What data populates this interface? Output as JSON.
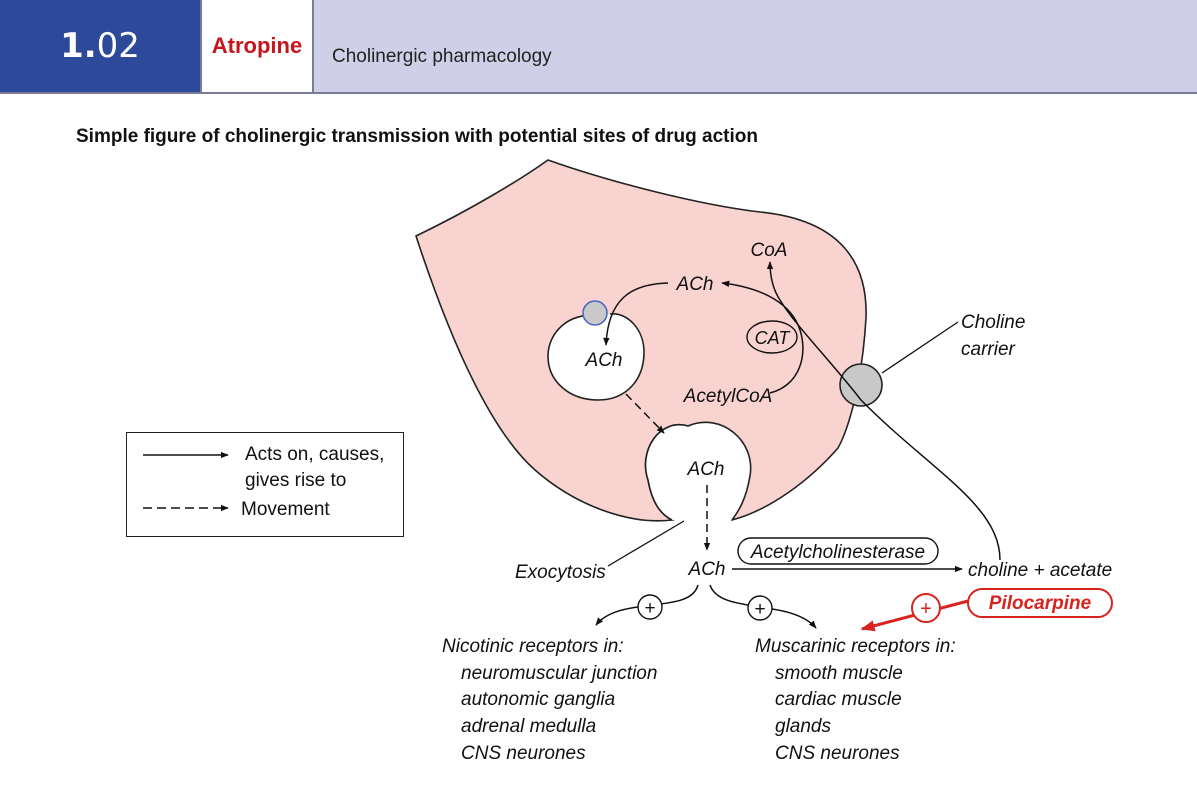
{
  "header": {
    "number_bold": "1.",
    "number_rest": "02",
    "drug_name": "Atropine",
    "subtitle": "Cholinergic pharmacology"
  },
  "figure_title": "Simple figure of cholinergic transmission with potential sites of drug action",
  "legend": {
    "solid_line1": "Acts on, causes,",
    "solid_line2": "gives rise to",
    "dashed": "Movement"
  },
  "labels": {
    "coa": "CoA",
    "ach_top": "ACh",
    "cat": "CAT",
    "acetylcoa": "AcetylCoA",
    "ach_vesicle": "ACh",
    "ach_fusing": "ACh",
    "choline_carrier_1": "Choline",
    "choline_carrier_2": "carrier",
    "exocytosis": "Exocytosis",
    "ach_cleft": "ACh",
    "enzyme": "Acetylcholinesterase",
    "products": "choline + acetate",
    "plus": "+",
    "pilocarpine": "Pilocarpine"
  },
  "nicotinic": {
    "heading": "Nicotinic receptors in:",
    "items": [
      "neuromuscular junction",
      "autonomic ganglia",
      "adrenal medulla",
      "CNS neurones"
    ]
  },
  "muscarinic": {
    "heading": "Muscarinic receptors in:",
    "items": [
      "smooth muscle",
      "cardiac muscle",
      "glands",
      "CNS neurones"
    ]
  },
  "colors": {
    "header_blue": "#2d4a9a",
    "header_lavender": "#cfcfe7",
    "drug_red": "#c4161c",
    "terminal_pink": "#f8d3cf",
    "carrier_grey": "#c8c8c8",
    "vesicle_dot_grey": "#c9c9c9",
    "vesicle_dot_outline": "#4a6ac8"
  }
}
